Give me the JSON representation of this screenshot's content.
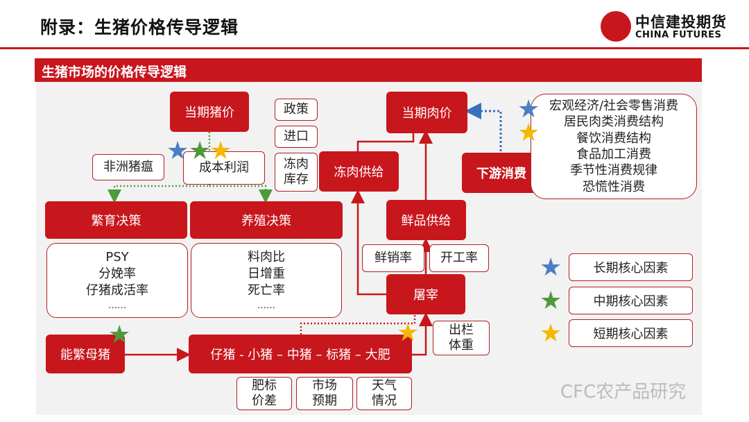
{
  "header": {
    "title": "附录：生猪价格传导逻辑",
    "logo_cn": "中信建投期货",
    "logo_en": "CHINA FUTURES"
  },
  "banner": {
    "title": "生猪市场的价格传导逻辑"
  },
  "nodes": {
    "current_pig_price": "当期猪价",
    "policy": "政策",
    "import": "进口",
    "frozen_inventory": "冻肉库存",
    "asf": "非洲猪瘟",
    "cost_profit": "成本利润",
    "breeding_decision": "繁育决策",
    "farming_decision": "养殖决策",
    "breeding_factors": [
      "PSY",
      "分娩率",
      "仔猪成活率",
      "……"
    ],
    "farming_factors": [
      "料肉比",
      "日增重",
      "死亡率",
      "……"
    ],
    "sows": "能繁母猪",
    "pig_chain": "仔猪 - 小猪 – 中猪 – 标猪 – 大肥",
    "fatten_spread": "肥标价差",
    "market_expect": "市场预期",
    "weather": "天气情况",
    "current_meat_price": "当期肉价",
    "frozen_supply": "冻肉供给",
    "fresh_supply": "鲜品供给",
    "fresh_sales_rate": "鲜销率",
    "operating_rate": "开工率",
    "slaughter": "屠宰",
    "slaughter_weight": "出栏体重",
    "downstream": "下游消费",
    "consumption_factors": [
      "宏观经济/社会零售消费",
      "居民肉类消费结构",
      "餐饮消费结构",
      "食品加工消费",
      "季节性消费规律",
      "恐慌性消费"
    ]
  },
  "legend": {
    "long_term": "长期核心因素",
    "mid_term": "中期核心因素",
    "short_term": "短期核心因素"
  },
  "colors": {
    "brand_red": "#c8161d",
    "star_blue": "#4a7fc4",
    "star_green": "#4e9a3a",
    "star_yellow": "#f5b800",
    "arrow_blue": "#3a6fc0"
  },
  "watermark": "CFC农产品研究"
}
